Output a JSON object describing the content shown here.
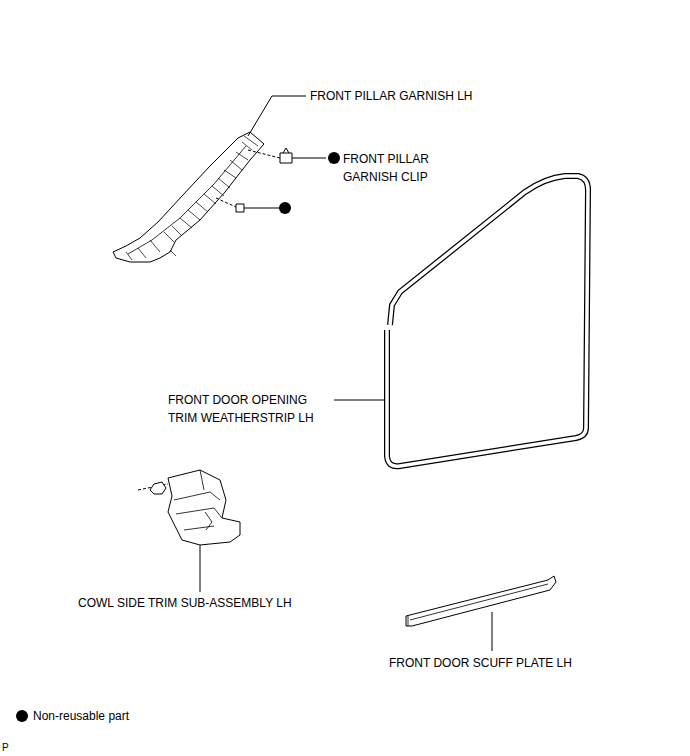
{
  "diagram": {
    "labels": [
      "FRONT PILLAR GARNISH LH",
      "FRONT PILLAR GARNISH CLIP",
      "FRONT DOOR OPENING TRIM WEATHERSTRIP LH",
      "COWL SIDE TRIM SUB-ASSEMBLY LH",
      "FRONT DOOR SCUFF PLATE LH",
      "P"
    ],
    "legend": [
      {
        "text": "Non-reusable part"
      }
    ]
  }
}
